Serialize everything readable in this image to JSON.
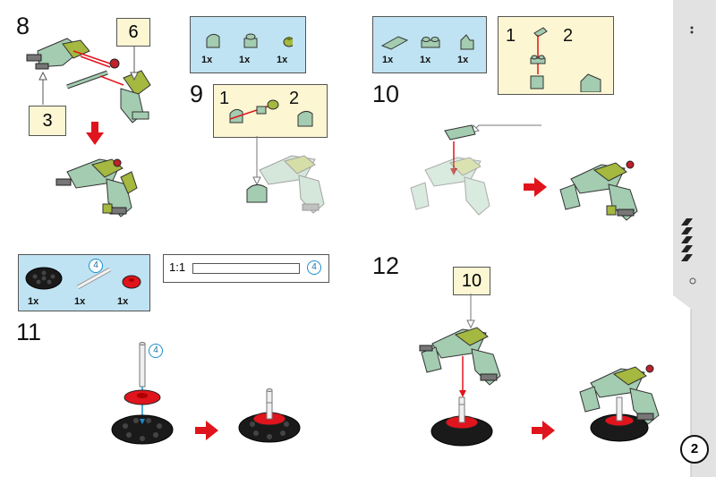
{
  "steps": {
    "s8": "8",
    "s9": "9",
    "s10": "10",
    "s11": "11",
    "s12": "12"
  },
  "step8": {
    "ref_a": "6",
    "ref_b": "3"
  },
  "step9": {
    "parts": [
      {
        "qty": "1x"
      },
      {
        "qty": "1x"
      },
      {
        "qty": "1x"
      }
    ],
    "sub1": "1",
    "sub2": "2"
  },
  "step10": {
    "parts": [
      {
        "qty": "1x"
      },
      {
        "qty": "1x"
      },
      {
        "qty": "1x"
      }
    ],
    "sub1": "1",
    "sub2": "2"
  },
  "step11": {
    "parts": [
      {
        "qty": "1x"
      },
      {
        "qty": "1x"
      },
      {
        "qty": "1x"
      }
    ],
    "axle_len": "4",
    "scale_label": "1:1",
    "scale_len": "4",
    "axle_callout": "4"
  },
  "step12": {
    "ref": "10"
  },
  "page_number": "2",
  "colors": {
    "callout_blue": "#bfe3f2",
    "callout_yellow": "#fcf6d2",
    "arrow_red": "#e0141c",
    "sand_green": "#a3ccb0",
    "olive_green": "#a5b83f",
    "black": "#1a1a1a"
  }
}
